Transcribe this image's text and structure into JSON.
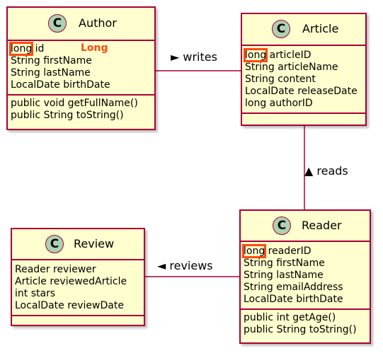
{
  "classes": {
    "author": {
      "name": "Author",
      "badge": "C",
      "attributes": [
        "long",
        " id",
        "String firstName",
        "String lastName",
        "LocalDate birthDate"
      ],
      "methods": [
        "public void getFullName()",
        "public String toString()"
      ]
    },
    "article": {
      "name": "Article",
      "badge": "C",
      "attributes": [
        "long",
        " articleID",
        "String articleName",
        "String content",
        "LocalDate releaseDate",
        "long authorID"
      ],
      "methods": []
    },
    "reader": {
      "name": "Reader",
      "badge": "C",
      "attributes": [
        "long",
        " readerID",
        "String firstName",
        "String lastName",
        "String emailAddress",
        "LocalDate birthDate"
      ],
      "methods": [
        "public int getAge()",
        "public String toString()"
      ]
    },
    "review": {
      "name": "Review",
      "badge": "C",
      "attributes": [
        "Reader reviewer",
        "Article reviewedArticle",
        "int stars",
        "LocalDate reviewDate"
      ],
      "methods": []
    }
  },
  "annotation": "Long",
  "relations": {
    "writes": "► writes",
    "reads": "▲ reads",
    "reviews": "◄ reviews"
  },
  "colors": {
    "class_fill": "#FEFECE",
    "class_border": "#A80036",
    "badge_fill": "#ADD1B2",
    "highlight": "#FF4A10"
  }
}
